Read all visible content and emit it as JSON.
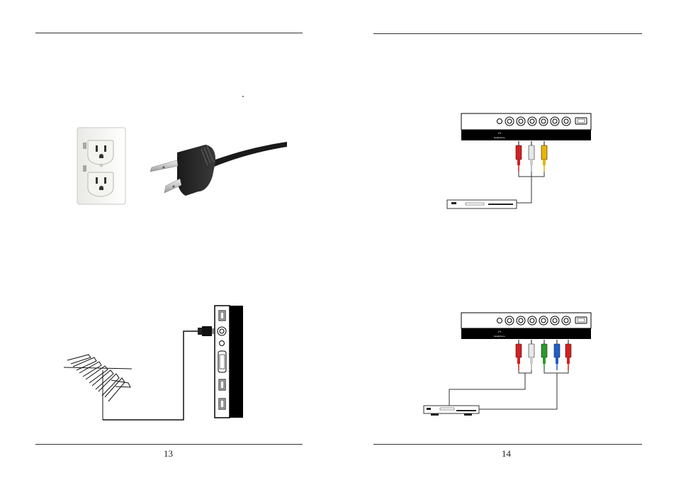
{
  "left_page": {
    "page_number": "13"
  },
  "right_page": {
    "page_number": "14"
  },
  "panel_labels": {
    "headphone": "Headphone"
  },
  "colors": {
    "rca_red": "#d42020",
    "rca_white": "#e8e8e8",
    "rca_yellow": "#e8b400",
    "rca_green": "#2a9a2a",
    "rca_blue": "#1f5fc8",
    "panel_black": "#000000"
  },
  "icons": [
    "wall-outlet-icon",
    "power-plug-icon",
    "antenna-icon",
    "tv-side-panel-icon",
    "av-panel-icon",
    "dvd-player-icon"
  ]
}
